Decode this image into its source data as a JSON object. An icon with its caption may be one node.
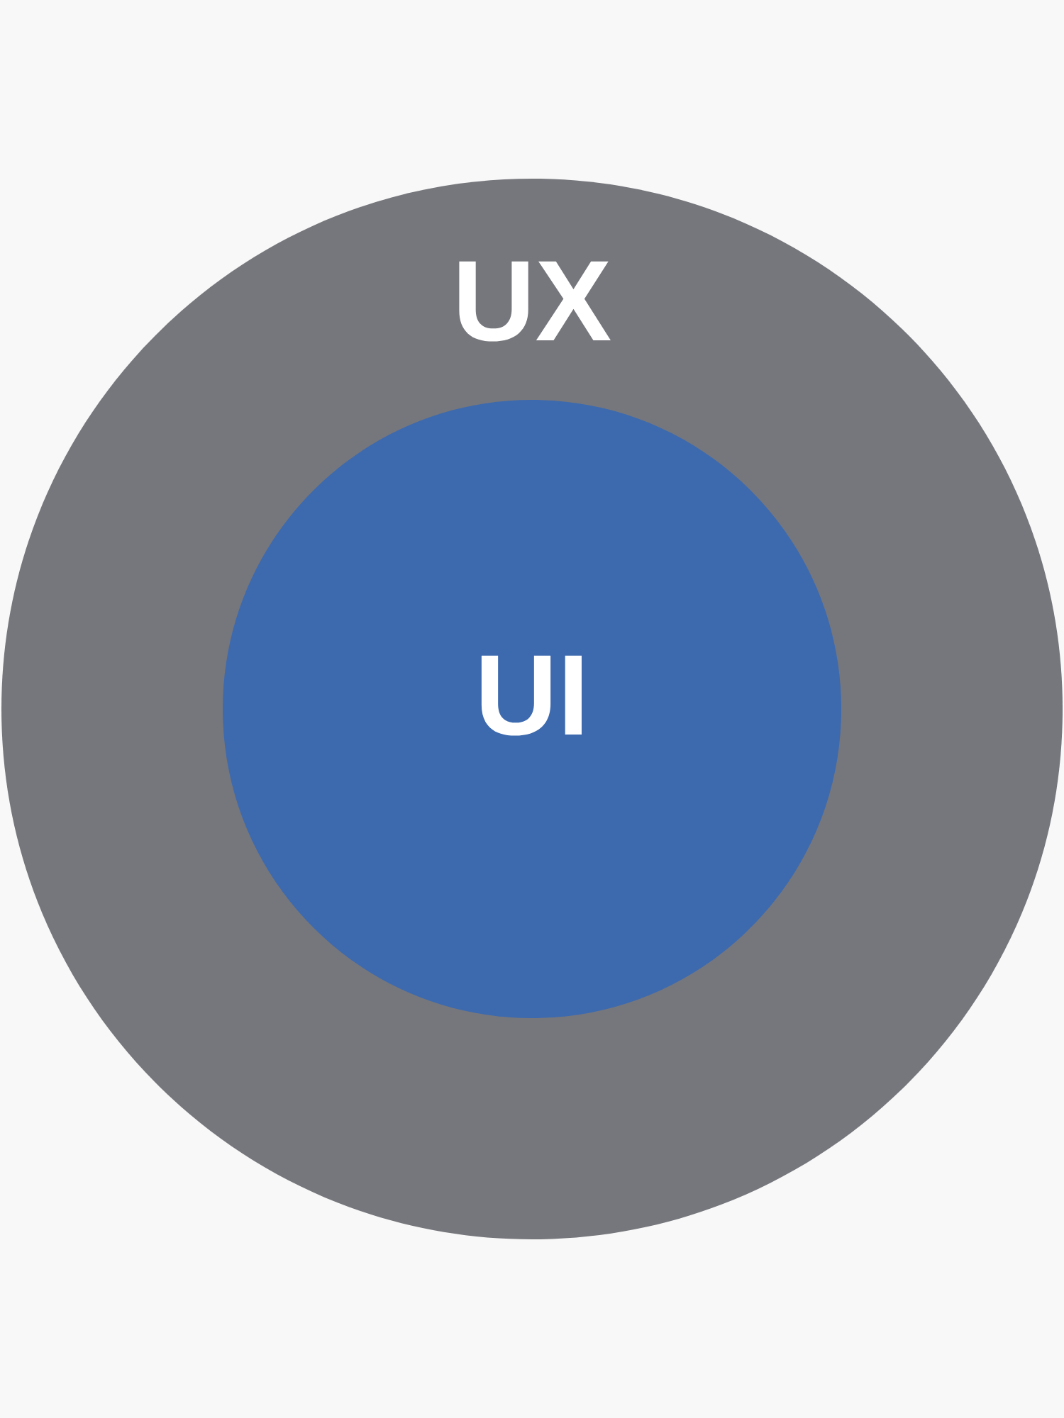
{
  "diagram": {
    "nodes": [
      {
        "text": [
          "UX"
        ]
      },
      {
        "text": [
          "UI"
        ],
        "in": 0
      }
    ]
  }
}
